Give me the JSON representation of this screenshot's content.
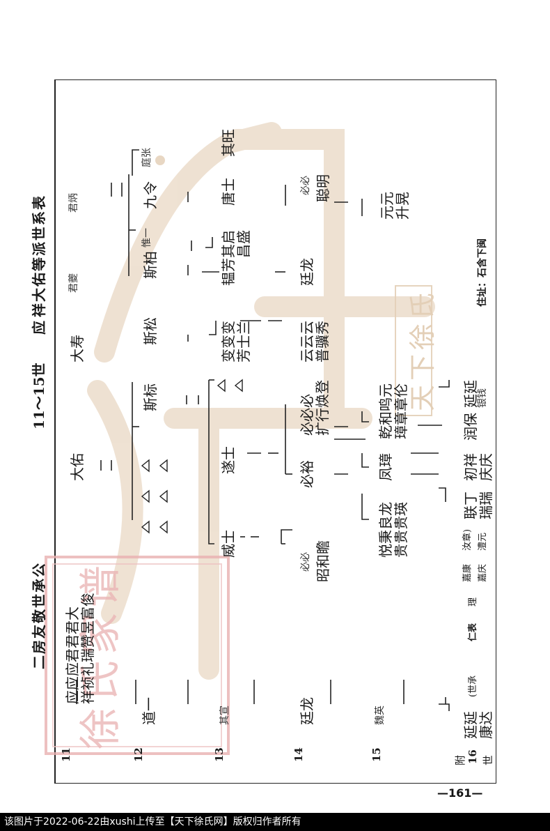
{
  "header": {
    "left_title": "二房友敬世承公",
    "mid_title": "11～15世",
    "right_title": "祥大佑等派世系表",
    "right_prefix": "应"
  },
  "generations": [
    {
      "label": "11"
    },
    {
      "label": "12"
    },
    {
      "label": "13"
    },
    {
      "label": "14"
    },
    {
      "label": "15"
    },
    {
      "label": "附"
    },
    {
      "label": "16"
    },
    {
      "label": "世"
    }
  ],
  "names": {
    "g11_left": "应应应君君君大",
    "g11_left2": "祥祯礼瑞赞昱富俊",
    "g11_dayou": "大佑",
    "g11_dashou": "大寿",
    "g11_junkui": "君夔",
    "g11_junbing": "君炳",
    "g12_dao": "道一",
    "g12_sibiao": "斯标",
    "g12_sisong": "斯松",
    "g12_sibai": "斯柏",
    "g12_wei": "惟一",
    "g12_jiu": "九令",
    "g12_ting": "庭张",
    "g13_qixuan": "其宣",
    "g13_weishi": "威士",
    "g13_suishi": "遂士",
    "g13_bian": "变变变",
    "g13_bian2": "芳士兰",
    "g13_she": "韫芳",
    "g13_qiqi": "其启",
    "g13_qiqi2": "昌盛",
    "g13_tangshi": "唐士",
    "g13_qiwang": "其旺",
    "g14_tinglong": "廷龙",
    "g14_bi1": "必必",
    "g14_bi2": "昭和瞻",
    "g14_biyu": "必裕",
    "g14_bibibi": "必必必",
    "g14_bibibi2": "扩行焕登",
    "g14_yun": "云云云",
    "g14_yun2": "普骥秀",
    "g14_tinglong2": "廷龙",
    "g14_bi3": "必必",
    "g14_bi4": "聪明",
    "g15_weiying": "魏英",
    "g15_yue": "悦秉良龙",
    "g15_yue2": "贵贵贵瑛",
    "g15_feng": "凤璋",
    "g15_qian": "乾和鸣元",
    "g15_qian2": "璋章章伦",
    "g15_yuan": "元元",
    "g15_yuan2": "升晃",
    "g16_yanyan": "延延",
    "g16_yanyan2": "康达",
    "g16_shicheng": "(世承",
    "g16_ren": "仁表",
    "g16_li": "理",
    "g16_jiakang": "嘉康",
    "g16_jiaqing": "嘉庆",
    "g16_ruzhang": "汝章)",
    "g16_liyuan": "澧元",
    "g16_liandding": "联丁",
    "g16_liandding2": "瑞瑞",
    "g16_chuxiang": "初祥",
    "g16_chuxiang2": "庆庆",
    "g16_runbao": "润保",
    "g16_yan2": "延延",
    "g16_yan3": "银钱"
  },
  "address": "住址：石含下闽",
  "page_number": "—161—",
  "watermark_text": "天下徐氏",
  "seal_text": "徐氏家谱",
  "footer": "该图片于2022-06-22由xushi上传至【天下徐氏网】版权归作者所有"
}
